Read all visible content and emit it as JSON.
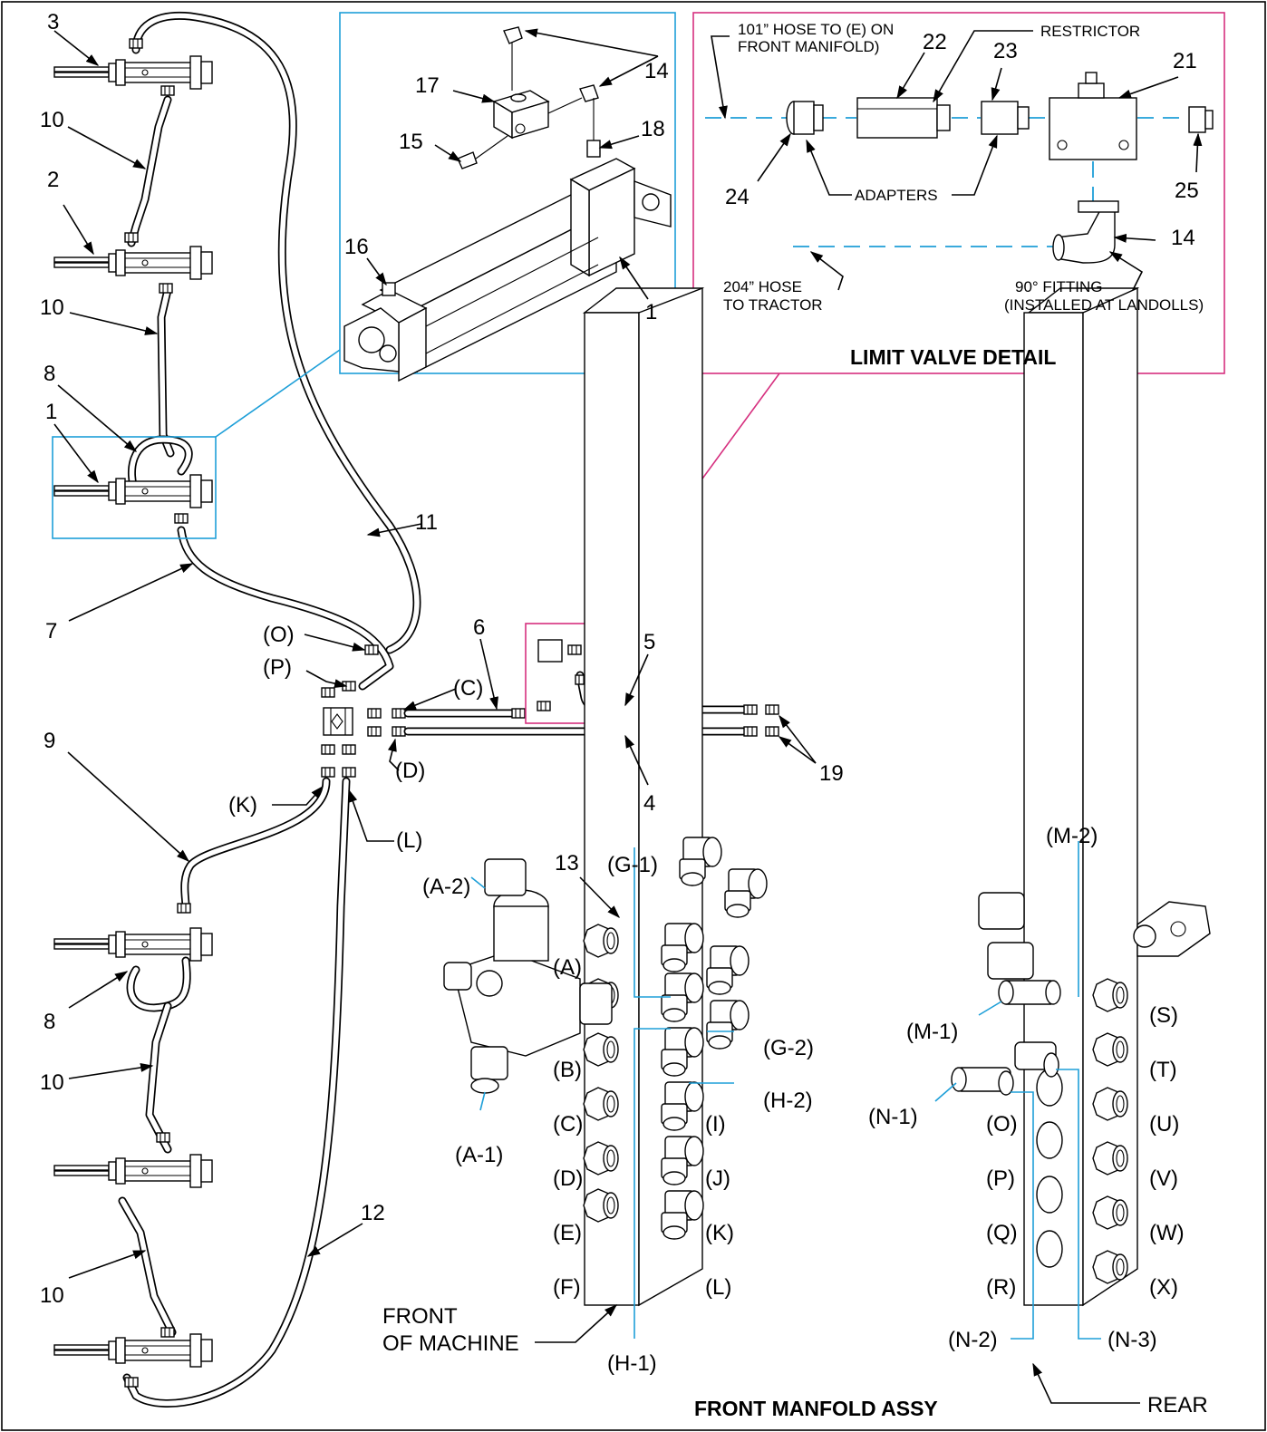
{
  "callouts": {
    "c3": "3",
    "c10a": "10",
    "c2": "2",
    "c10b": "10",
    "c8a": "8",
    "c1": "1",
    "c11": "11",
    "c7": "7",
    "c6": "6",
    "c5": "5",
    "c9": "9",
    "c8b": "8",
    "c10c": "10",
    "c10d": "10",
    "c12": "12",
    "c4": "4",
    "c19": "19",
    "c13": "13",
    "c17": "17",
    "c14a": "14",
    "c15": "15",
    "c18": "18",
    "c16": "16",
    "c1b": "1",
    "c22": "22",
    "c23": "23",
    "c21": "21",
    "c24": "24",
    "c25": "25",
    "c14b": "14"
  },
  "ports": {
    "O": "(O)",
    "P": "(P)",
    "C": "(C)",
    "D": "(D)",
    "K": "(K)",
    "L": "(L)"
  },
  "limit_valve": {
    "title": "LIMIT VALVE DETAIL",
    "hose101_l1": "101” HOSE TO (E) ON",
    "hose101_l2": "FRONT MANIFOLD)",
    "restrictor": "RESTRICTOR",
    "adapters": "ADAPTERS",
    "hose204_l1": "204” HOSE",
    "hose204_l2": "TO TRACTOR",
    "fitting_l1": "90° FITTING",
    "fitting_l2": "(INSTALLED AT LANDOLLS)"
  },
  "front_manifold": {
    "title": "FRONT MANFOLD ASSY",
    "front_l1": "FRONT",
    "front_l2": "OF MACHINE",
    "rear": "REAR",
    "A2": "(A-2)",
    "A1": "(A-1)",
    "G1": "(G-1)",
    "G2": "(G-2)",
    "H2": "(H-2)",
    "H1": "(H-1)",
    "A": "(A)",
    "B": "(B)",
    "C": "(C)",
    "D": "(D)",
    "E": "(E)",
    "F": "(F)",
    "I": "(I)",
    "J": "(J)",
    "K": "(K)",
    "L": "(L)",
    "M2": "(M-2)",
    "M1": "(M-1)",
    "N1": "(N-1)",
    "N2": "(N-2)",
    "N3": "(N-3)",
    "O": "(O)",
    "P": "(P)",
    "Q": "(Q)",
    "R": "(R)",
    "S": "(S)",
    "T": "(T)",
    "U": "(U)",
    "V": "(V)",
    "W": "(W)",
    "X": "(X)"
  }
}
